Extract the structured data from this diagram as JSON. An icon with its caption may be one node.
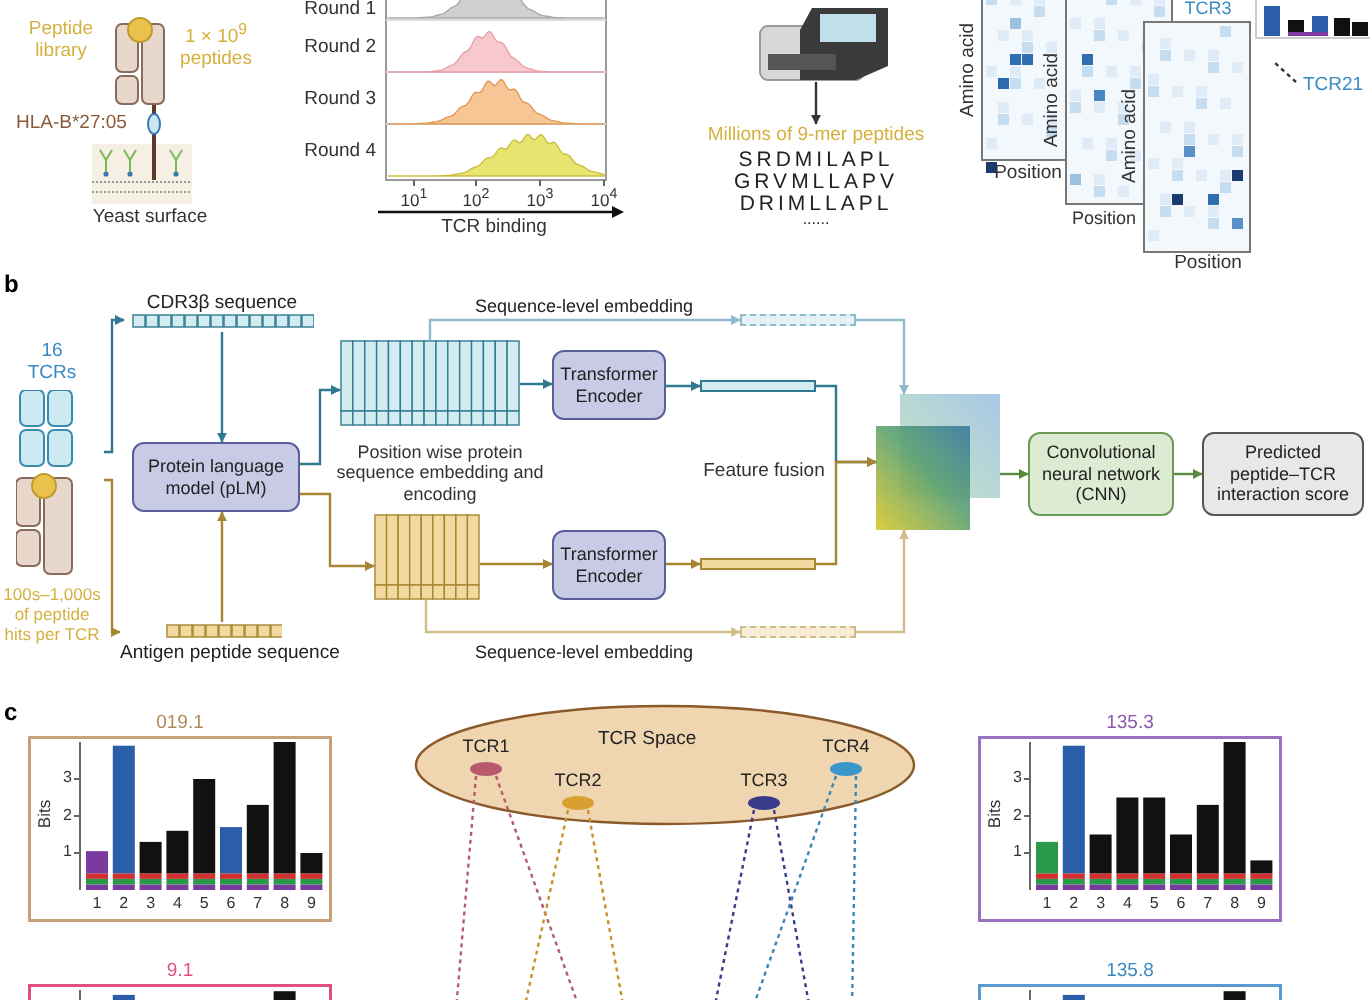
{
  "diagram": {
    "nodes": [
      {
        "text": [],
        "shape": "picture"
      },
      {
        "text": [
          "Millions of 9-mer peptides"
        ]
      },
      {
        "text": [
          "TCR21"
        ]
      },
      {
        "text": [
          "16 TCRs",
          "100s–1,000s of peptide hits per TCR"
        ]
      },
      {
        "text": [
          "CDR3β sequence"
        ]
      },
      {
        "text": [
          "Protein language model (pLM)"
        ]
      },
      {
        "text": [
          "Antigen peptide sequence"
        ]
      },
      {
        "text": [],
        "shape": "box"
      },
      {
        "text": [],
        "shape": "box"
      },
      {
        "text": [
          "Transformer Encoder"
        ]
      },
      {
        "text": [
          "Transformer Encoder"
        ]
      },
      {
        "text": [],
        "shape": "bar"
      },
      {
        "text": [],
        "shape": "bar"
      },
      {
        "text": [],
        "shape": "bar"
      },
      {
        "text": [],
        "shape": "bar"
      },
      {
        "text": [],
        "shape": "box"
      },
      {
        "text": [
          "Convolutional neural network (CNN)"
        ]
      },
      {
        "text": [
          "Predicted peptide–TCR interaction score"
        ]
      },
      {
        "text": [
          "019.1"
        ]
      },
      {
        "text": [
          "9.1"
        ]
      },
      {
        "text": [
          "TCR Space"
        ]
      },
      {
        "text": [
          "TCR1"
        ],
        "in": 20
      },
      {
        "text": [
          "TCR2"
        ],
        "in": 20
      },
      {
        "text": [
          "TCR3"
        ],
        "in": 20
      },
      {
        "text": [
          "TCR4"
        ],
        "in": 20
      },
      {
        "text": [
          "135.3"
        ]
      },
      {
        "text": [
          "135.8"
        ]
      }
    ],
    "edges": [
      {
        "from": 0,
        "to": 1,
        "arrow": "to",
        "color": "#333333"
      },
      {
        "from": 2,
        "to": null,
        "arrow": "none",
        "style": "dashed",
        "color": "#333333"
      },
      {
        "from": 3,
        "to": 4,
        "arrow": "to",
        "color": "#2f7a90"
      },
      {
        "from": 3,
        "to": 6,
        "arrow": "to",
        "color": "#a88530"
      },
      {
        "from": 4,
        "to": 5,
        "arrow": "to",
        "color": "#2f7a90"
      },
      {
        "from": 6,
        "to": 5,
        "arrow": "to",
        "color": "#a88530"
      },
      {
        "from": 5,
        "to": 7,
        "arrow": "to",
        "color": "#2f7a90"
      },
      {
        "from": 5,
        "to": 8,
        "arrow": "to",
        "color": "#a88530"
      },
      {
        "from": 7,
        "to": 11,
        "label": "Sequence-level embedding",
        "arrow": "to",
        "color": "#8fbccc"
      },
      {
        "from": 7,
        "to": 9,
        "arrow": "to",
        "color": "#2f7a90"
      },
      {
        "from": 9,
        "to": 12,
        "arrow": "to",
        "color": "#2f7a90"
      },
      {
        "from": 8,
        "to": 14,
        "label": "Sequence-level embedding",
        "arrow": "to",
        "color": "#d2bb8c"
      },
      {
        "from": 8,
        "to": 10,
        "arrow": "to",
        "color": "#a88530"
      },
      {
        "from": 10,
        "to": 13,
        "arrow": "to",
        "color": "#a88530"
      },
      {
        "from": 11,
        "to": 15,
        "arrow": "to",
        "color": "#8fbccc"
      },
      {
        "from": 12,
        "to": 15,
        "arrow": "to",
        "color": "#2f7a90"
      },
      {
        "from": 13,
        "to": 15,
        "arrow": "to",
        "color": "#a88530"
      },
      {
        "from": 14,
        "to": 15,
        "arrow": "to",
        "color": "#d2bb8c"
      },
      {
        "from": 15,
        "to": 16,
        "arrow": "to",
        "color": "#5a8a3c"
      },
      {
        "from": 16,
        "to": 17,
        "arrow": "to",
        "color": "#5a8a3c"
      },
      {
        "from": 21,
        "to": null,
        "arrow": "none",
        "style": "dashed",
        "color": "#b85a6e"
      },
      {
        "from": 21,
        "to": null,
        "arrow": "none",
        "style": "dashed",
        "color": "#b85a6e"
      },
      {
        "from": 22,
        "to": null,
        "arrow": "none",
        "style": "dashed",
        "color": "#c8902a"
      },
      {
        "from": 22,
        "to": null,
        "arrow": "none",
        "style": "dashed",
        "color": "#c8902a"
      },
      {
        "from": 23,
        "to": null,
        "arrow": "none",
        "style": "dashed",
        "color": "#3a3a8a"
      },
      {
        "from": 23,
        "to": null,
        "arrow": "none",
        "style": "dashed",
        "color": "#3a3a8a"
      },
      {
        "from": 24,
        "to": null,
        "arrow": "none",
        "style": "dashed",
        "color": "#3a86b8"
      },
      {
        "from": 24,
        "to": null,
        "arrow": "none",
        "style": "dashed",
        "color": "#3a86b8"
      }
    ],
    "labels": [
      "Peptide library",
      "1 × 10$^{9}$ peptides",
      "HLA-B*27:05",
      "Yeast surface",
      "Round 1",
      "Round 2",
      "Round 3",
      "Round 4",
      "10$^{1}$",
      "10$^{2}$",
      "10$^{3}$",
      "10$^{4}$",
      "TCR binding",
      "SRDMILAPL",
      "GRVMLLAPV",
      "DRIMLLAPL",
      "......",
      "TCR3",
      "Amino acid",
      "Amino acid",
      "Amino acid",
      "Position",
      "Position",
      "Position",
      "b",
      "Position wise protein sequence embedding and encoding",
      "Feature fusion",
      "c",
      "Bits",
      "1",
      "2",
      "3",
      "1",
      "2",
      "3",
      "4",
      "5",
      "6",
      "7",
      "8",
      "9",
      "Bits",
      "1",
      "2",
      "3",
      "1",
      "2",
      "3",
      "4",
      "5",
      "6",
      "7",
      "8",
      "9"
    ]
  }
}
